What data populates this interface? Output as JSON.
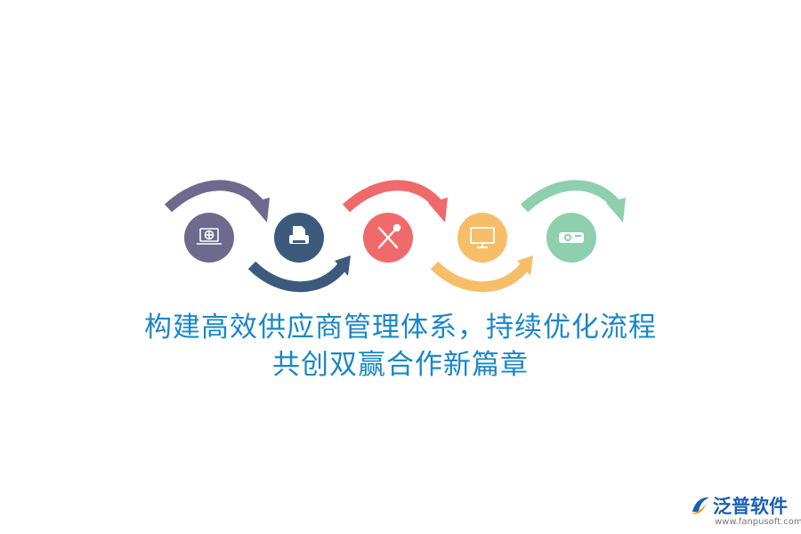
{
  "headline": {
    "line1": "构建高效供应商管理体系，持续优化流程",
    "line2": "共创双赢合作新篇章"
  },
  "steps": [
    {
      "icon": "laptop-globe-icon",
      "color": "#6e6a8e"
    },
    {
      "icon": "printer-icon",
      "color": "#3d5a7d"
    },
    {
      "icon": "tools-icon",
      "color": "#ef6a6a"
    },
    {
      "icon": "monitor-icon",
      "color": "#f7be6a"
    },
    {
      "icon": "projector-icon",
      "color": "#8dcfae"
    }
  ],
  "logo": {
    "name": "泛普软件",
    "url": "www.fanpusoft.com",
    "color": "#1a5fb0"
  }
}
